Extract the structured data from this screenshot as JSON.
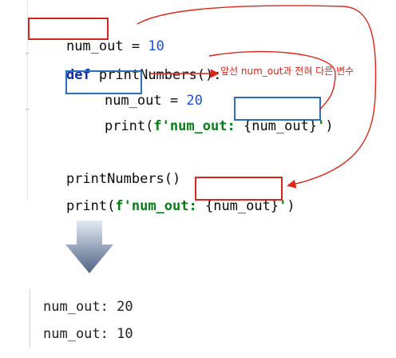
{
  "code": {
    "line1": {
      "var": "num_out",
      "op": " = ",
      "value": "10"
    },
    "line2": {
      "keyword": "def",
      "rest": " printNumbers():"
    },
    "line3": {
      "var": "num_out",
      "op": " = ",
      "value": "20"
    },
    "line4": {
      "func": "print(",
      "fstr_open": "f'num_out: ",
      "placeholder": "{num_out}",
      "fstr_close": "'",
      "paren_close": ")"
    },
    "line6": {
      "text": "printNumbers()"
    },
    "line7": {
      "func": "print(",
      "fstr_open": "f'num_out: ",
      "placeholder": "{num_out}",
      "fstr_close": "'",
      "paren_close": ")"
    }
  },
  "annotation": {
    "text": "앞선 num_out과 전혀 다른 변수"
  },
  "output": {
    "lines": [
      "num_out: 20",
      "num_out: 10"
    ]
  },
  "colors": {
    "red_box": "#d7261f",
    "blue_box": "#2a6fbe",
    "arrow": "#e0241a",
    "keyword": "#0d2ea8",
    "number": "#1750eb",
    "string": "#067d17"
  },
  "icons": {
    "down_arrow": "down-arrow-icon",
    "fold_marker": "fold-marker-icon"
  }
}
